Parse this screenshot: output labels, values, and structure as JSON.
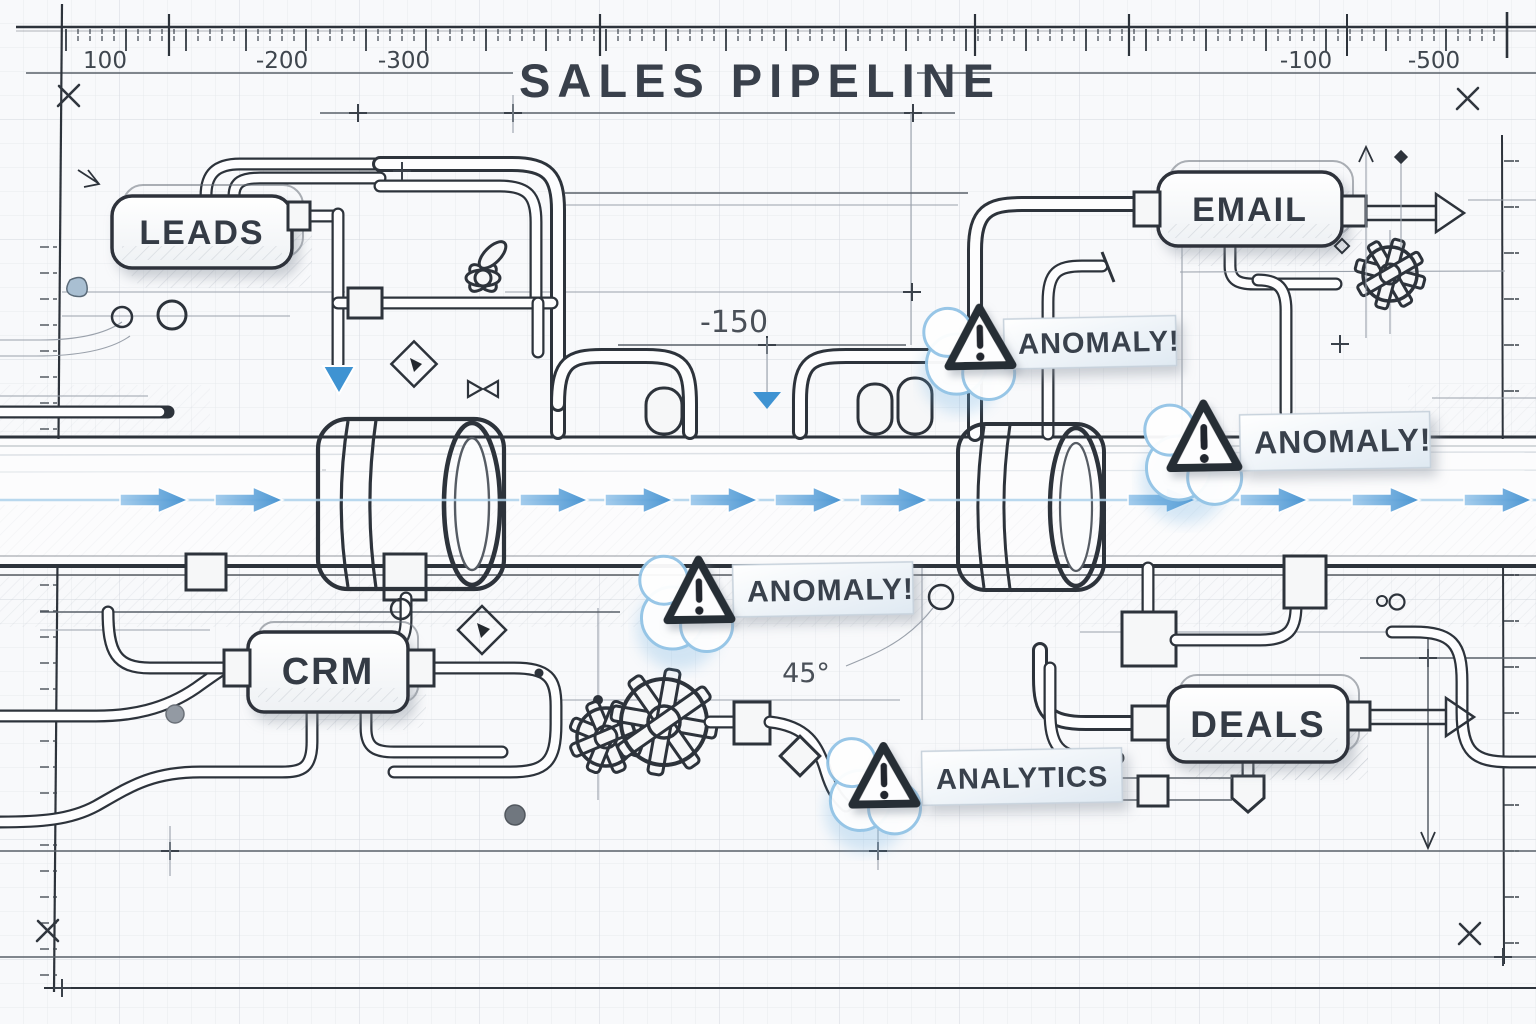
{
  "title": "SALES PIPELINE",
  "ruler": {
    "top_labels": [
      "100",
      "-200",
      "-300",
      "-100",
      "-500"
    ]
  },
  "annotations": {
    "length_dim": "-150",
    "angle_dim": "45°"
  },
  "nodes": {
    "leads": {
      "label": "LEADS"
    },
    "email": {
      "label": "EMAIL"
    },
    "crm": {
      "label": "CRM"
    },
    "deals": {
      "label": "DEALS"
    }
  },
  "alerts": {
    "anomaly_top": {
      "label": "ANOMALY!"
    },
    "anomaly_right": {
      "label": "ANOMALY!"
    },
    "anomaly_center": {
      "label": "ANOMALY!"
    },
    "analytics": {
      "label": "ANALYTICS"
    }
  },
  "flow": {
    "direction": "left-to-right",
    "arrow_count": 11
  },
  "colors": {
    "ink": "#2d333b",
    "accent_blue": "#4496d6",
    "paper": "#f8f9fb",
    "banner_text": "#39414c"
  }
}
